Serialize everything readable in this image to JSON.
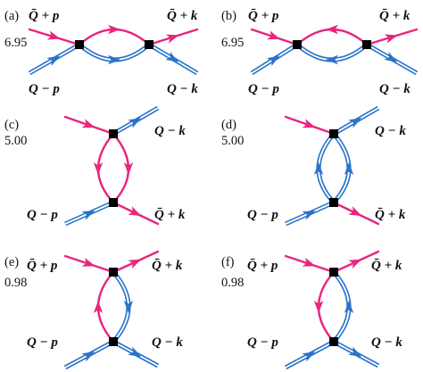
{
  "colors": {
    "heavy": "#e8257f",
    "light": "#2a73c9",
    "vertex": "#000000",
    "text": "#111111"
  },
  "momenta": {
    "in_bar": "Q̄ + p",
    "out_bar": "Q̄ + k",
    "in_plain": "Q − p",
    "out_plain": "Q − k"
  },
  "panels": [
    {
      "label": "(a)",
      "weight": "6.95"
    },
    {
      "label": "(b)",
      "weight": "6.95"
    },
    {
      "label": "(c)",
      "weight": "5.00"
    },
    {
      "label": "(d)",
      "weight": "5.00"
    },
    {
      "label": "(e)",
      "weight": "0.98"
    },
    {
      "label": "(f)",
      "weight": "0.98"
    }
  ]
}
